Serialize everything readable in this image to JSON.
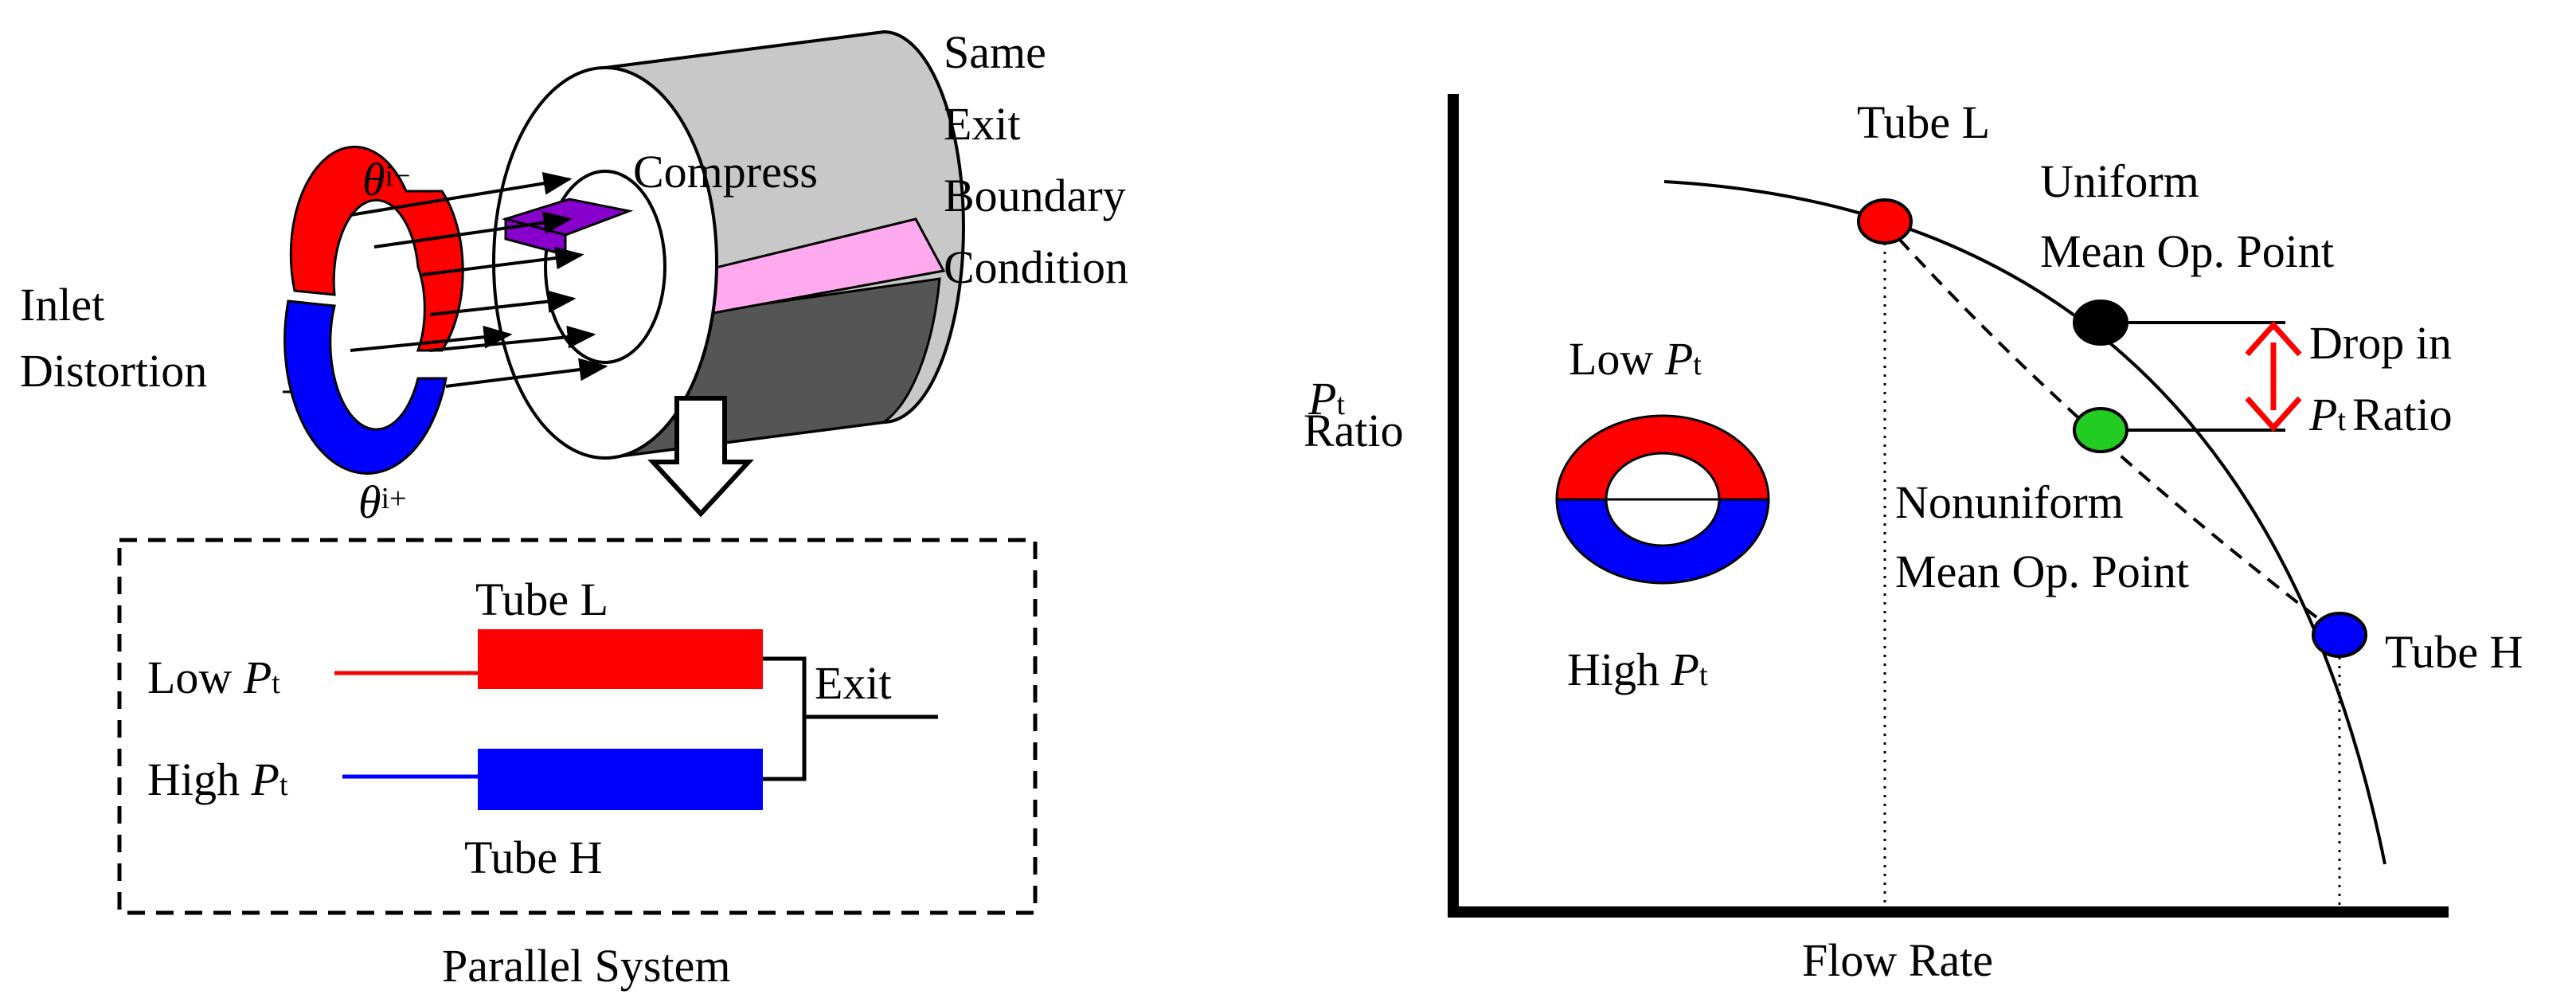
{
  "left": {
    "compressor": {
      "inlet_label_1": "Inlet",
      "inlet_label_2": "Distortion",
      "theta_minus_symbol": "θ",
      "theta_minus_sub": "i",
      "theta_minus_sup": "−",
      "theta_plus_symbol": "θ",
      "theta_plus_sub": "i",
      "theta_plus_sup": "+",
      "compress_label": "Compress",
      "boundary_line_1": "Same",
      "boundary_line_2": "Exit",
      "boundary_line_3": "Boundary",
      "boundary_line_4": "Condition"
    },
    "parallel": {
      "title": "Parallel System",
      "tube_l_label": "Tube L",
      "tube_h_label": "Tube H",
      "low_prefix": "Low ",
      "high_prefix": "High ",
      "p_symbol": "P",
      "p_sub": "t",
      "exit_label": "Exit"
    }
  },
  "right": {
    "axes": {
      "y_label_symbol": "P",
      "y_label_sub": "t",
      "y_label_2": "Ratio",
      "x_label": "Flow Rate"
    },
    "ring": {
      "low_prefix": "Low ",
      "high_prefix": "High ",
      "p_symbol": "P",
      "p_sub": "t"
    },
    "points": {
      "tube_l": "Tube L",
      "tube_h": "Tube H",
      "uniform_1": "Uniform",
      "uniform_2": "Mean Op. Point",
      "nonuniform_1": "Nonuniform",
      "nonuniform_2": "Mean Op. Point"
    },
    "drop": {
      "line_1": "Drop in",
      "p_symbol": "P",
      "p_sub": "t",
      "line_2_suffix": "Ratio"
    }
  },
  "colors": {
    "red": "#ff0000",
    "blue": "#0000ff",
    "green": "#22cc22",
    "purple": "#8800cc",
    "pink": "#ffaaee",
    "gray": "#c8c8c8",
    "dark_gray": "#555555"
  }
}
